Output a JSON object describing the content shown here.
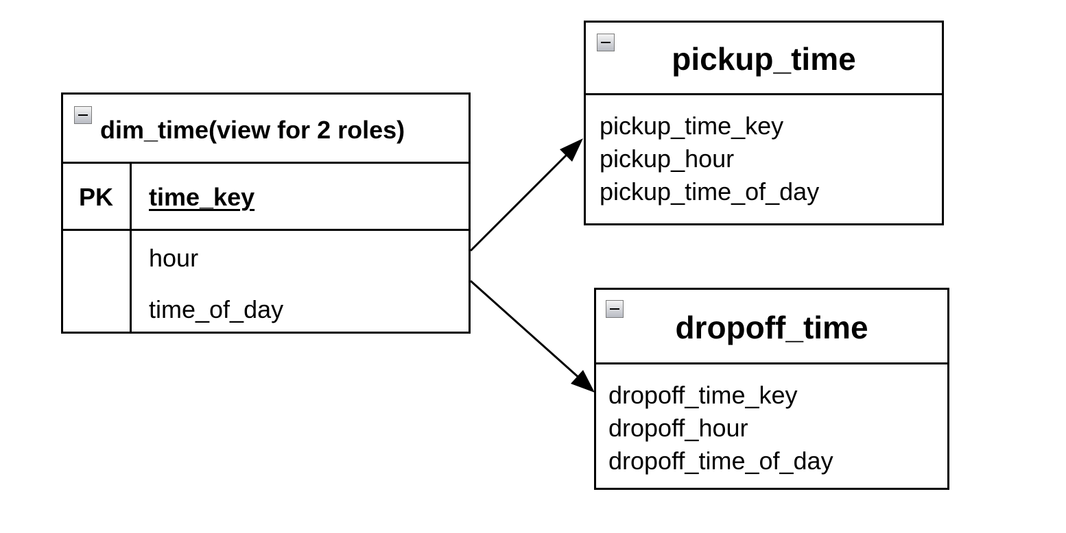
{
  "source_table": {
    "title": "dim_time(view for 2 roles)",
    "pk_label": "PK",
    "primary_key": "time_key",
    "fields": [
      "hour",
      "time_of_day"
    ]
  },
  "role_tables": [
    {
      "title": "pickup_time",
      "fields": [
        "pickup_time_key",
        "pickup_hour",
        "pickup_time_of_day"
      ]
    },
    {
      "title": "dropoff_time",
      "fields": [
        "dropoff_time_key",
        "dropoff_hour",
        "dropoff_time_of_day"
      ]
    }
  ],
  "icons": {
    "collapse": "minus-box-icon",
    "edge_head": "arrowhead-icon"
  },
  "colors": {
    "stroke": "#000000",
    "background": "#ffffff",
    "icon_fill": "#c8cbd2"
  }
}
